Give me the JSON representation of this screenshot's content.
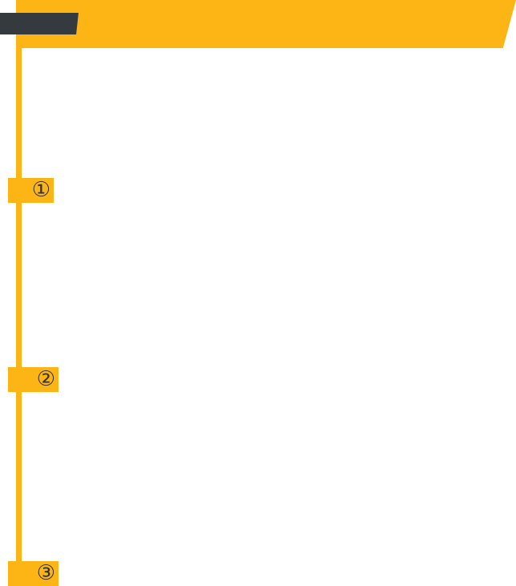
{
  "steps": [
    {
      "label": "①"
    },
    {
      "label": "②"
    },
    {
      "label": "③"
    }
  ],
  "colors": {
    "accent": "#fdb515",
    "dark": "#343a3d"
  }
}
